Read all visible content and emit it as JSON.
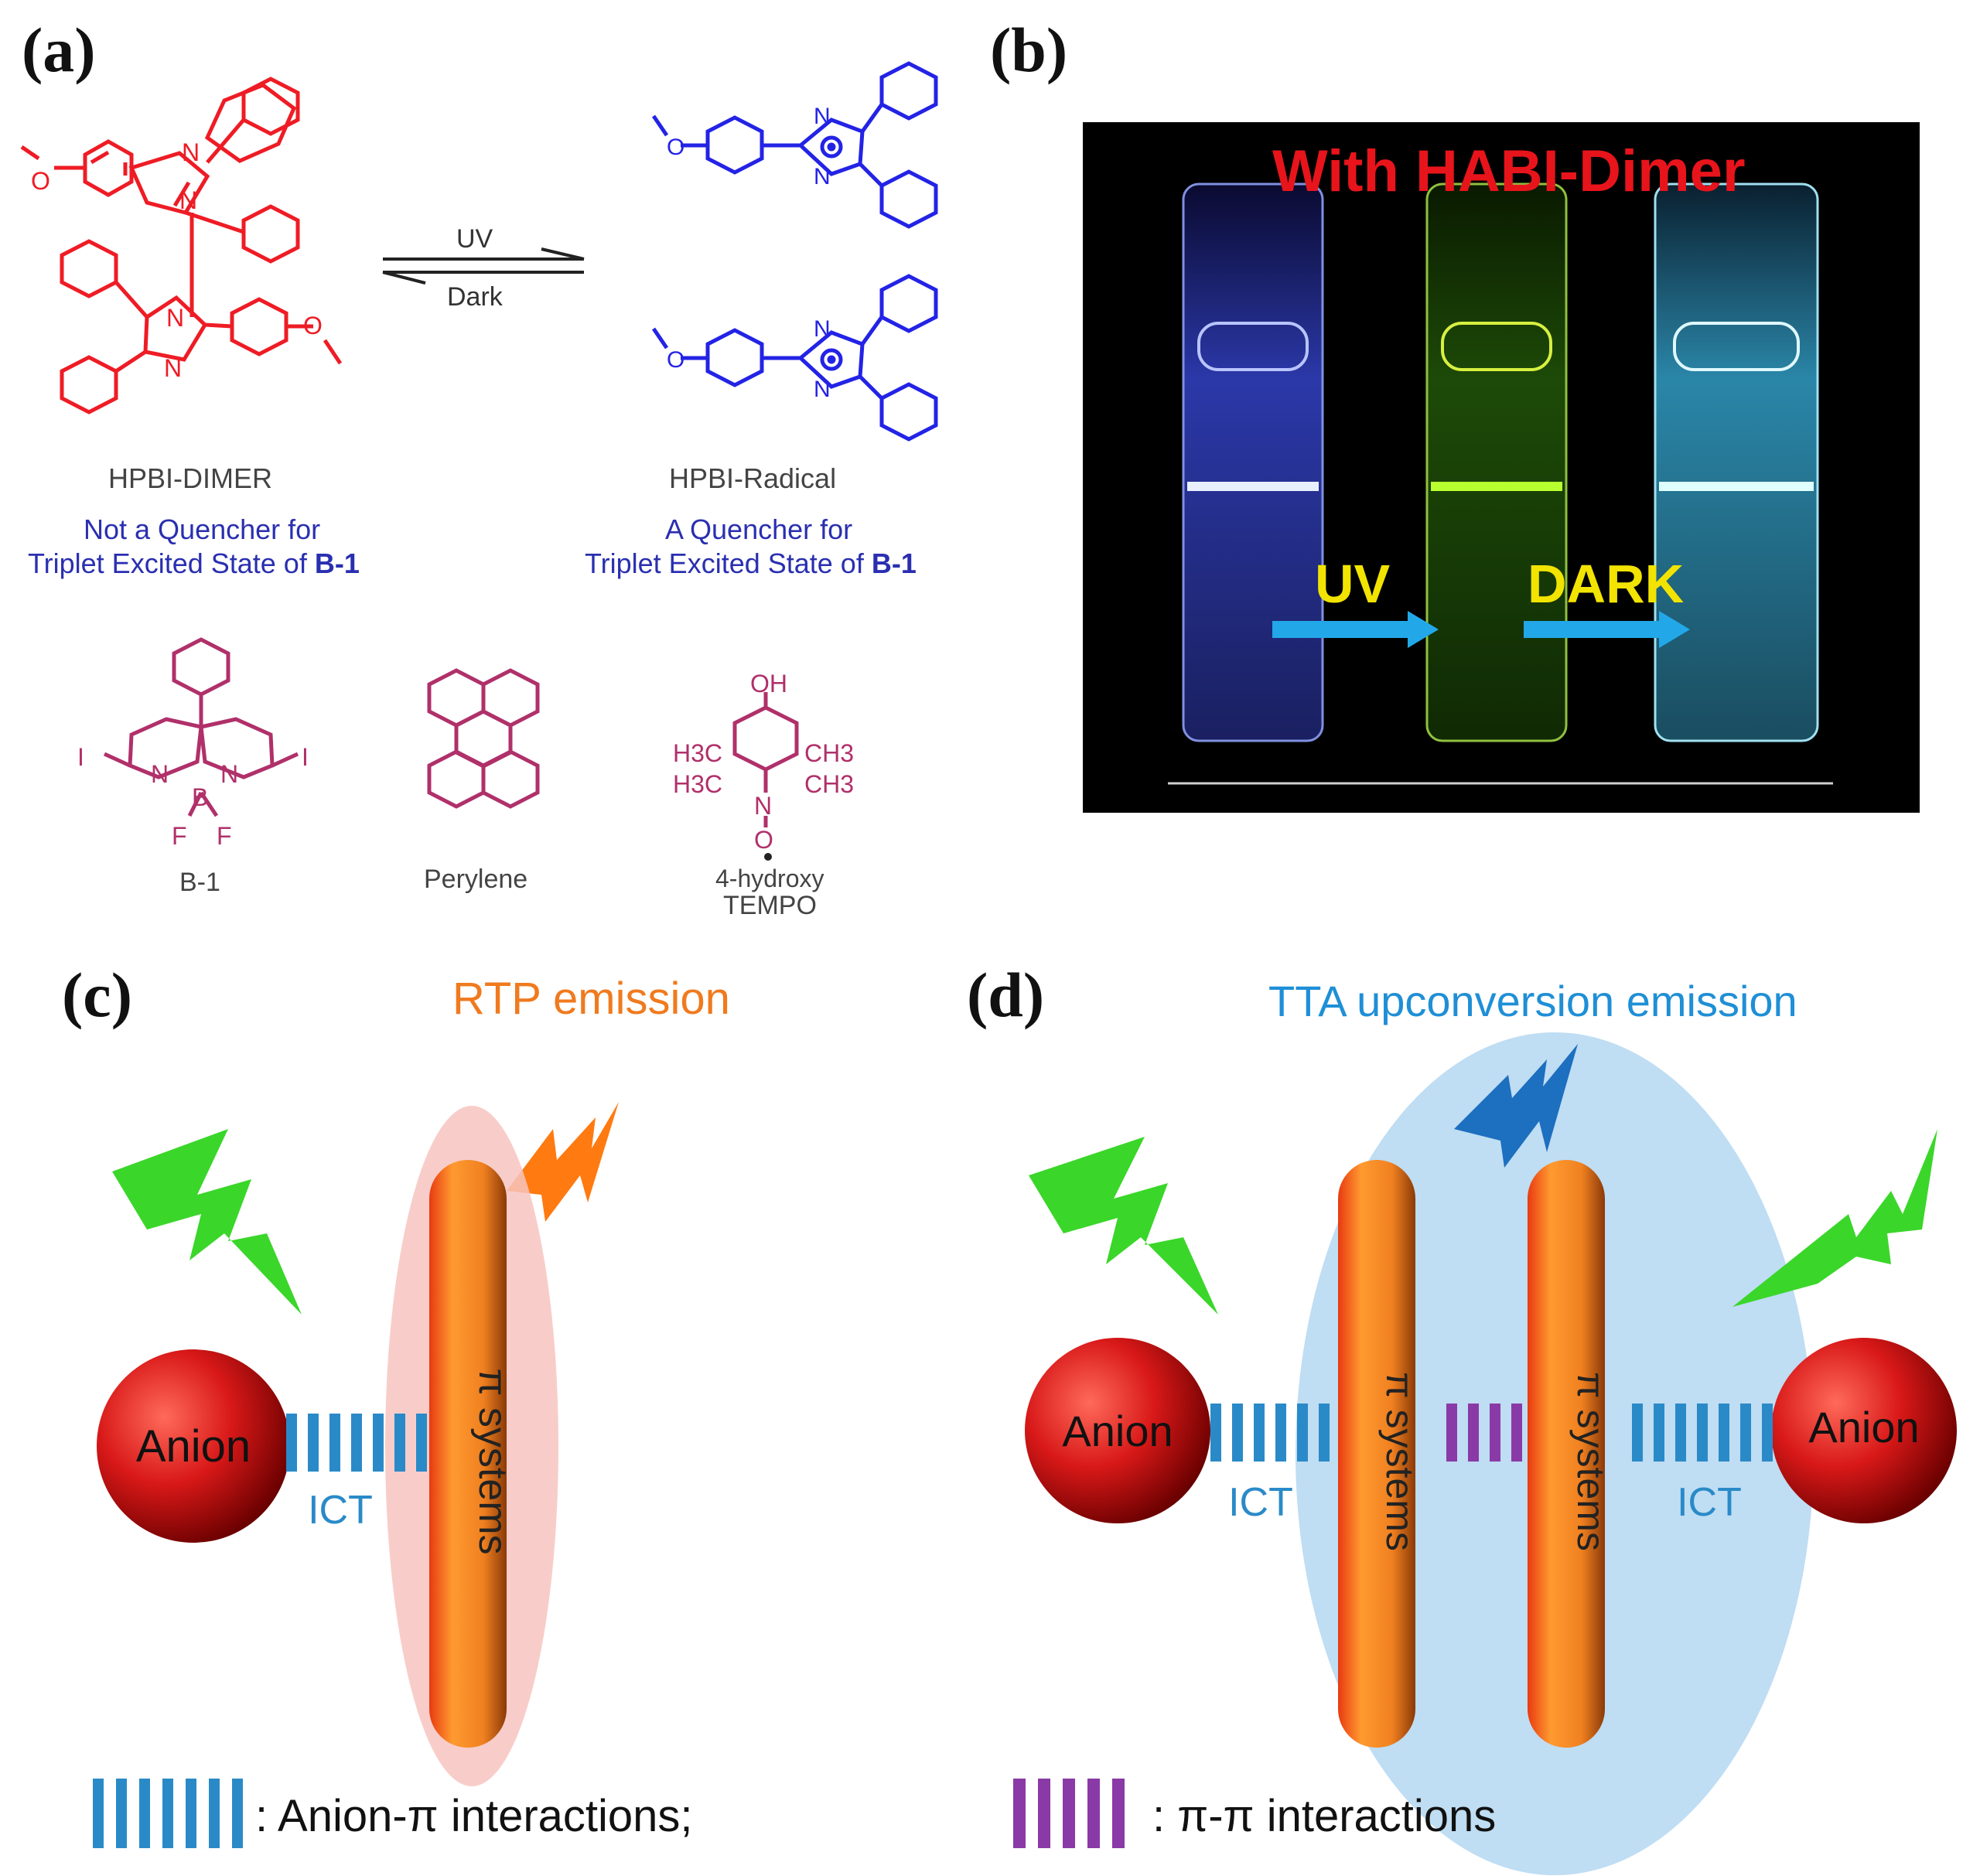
{
  "panel_a": {
    "label": "(a)",
    "arrow_top": "UV",
    "arrow_bottom": "Dark",
    "dimer": {
      "name": "HPBI-DIMER",
      "desc_line1": "Not a Quencher for",
      "desc_line2": "Triplet Excited State of",
      "desc_bold": "B-1"
    },
    "radical": {
      "name": "HPBI-Radical",
      "desc_line1": "A Quencher for",
      "desc_line2": "Triplet Excited State of",
      "desc_bold": "B-1"
    },
    "b1": {
      "name": "B-1",
      "atoms": [
        "I",
        "I",
        "N",
        "N",
        "B",
        "F",
        "F"
      ]
    },
    "perylene": {
      "name": "Perylene"
    },
    "tempo": {
      "name_line1": "4-hydroxy",
      "name_line2": "TEMPO",
      "atoms": [
        "OH",
        "N",
        "O",
        "H3C",
        "CH3"
      ]
    },
    "atoms_imidazole": [
      "N",
      "N",
      "O"
    ],
    "colors": {
      "dimer": "#ee1c25",
      "radical": "#2323e6",
      "small": "#b0306a"
    }
  },
  "panel_b": {
    "label": "(b)",
    "title": "With HABI-Dimer",
    "uv": "UV",
    "dark": "DARK",
    "colors": {
      "title": "#e8141b",
      "arrow_text": "#f2e400",
      "arrow": "#22a8e8"
    }
  },
  "panel_c": {
    "label": "(c)",
    "emission": "RTP emission",
    "anion": "Anion",
    "ict": "ICT",
    "pi": "π systems",
    "legend": ": Anion-π interactions;",
    "colors": {
      "emission": "#f07a1e",
      "ict": "#2a8ac8",
      "anion": "#d91a1a"
    }
  },
  "panel_d": {
    "label": "(d)",
    "emission": "TTA upconversion emission",
    "anion_left": "Anion",
    "anion_right": "Anion",
    "ict_left": "ICT",
    "ict_right": "ICT",
    "pi_left": "π systems",
    "pi_right": "π systems",
    "legend": ": π-π interactions",
    "colors": {
      "emission": "#1f8fd6",
      "pipi": "#8a3aa6"
    }
  }
}
